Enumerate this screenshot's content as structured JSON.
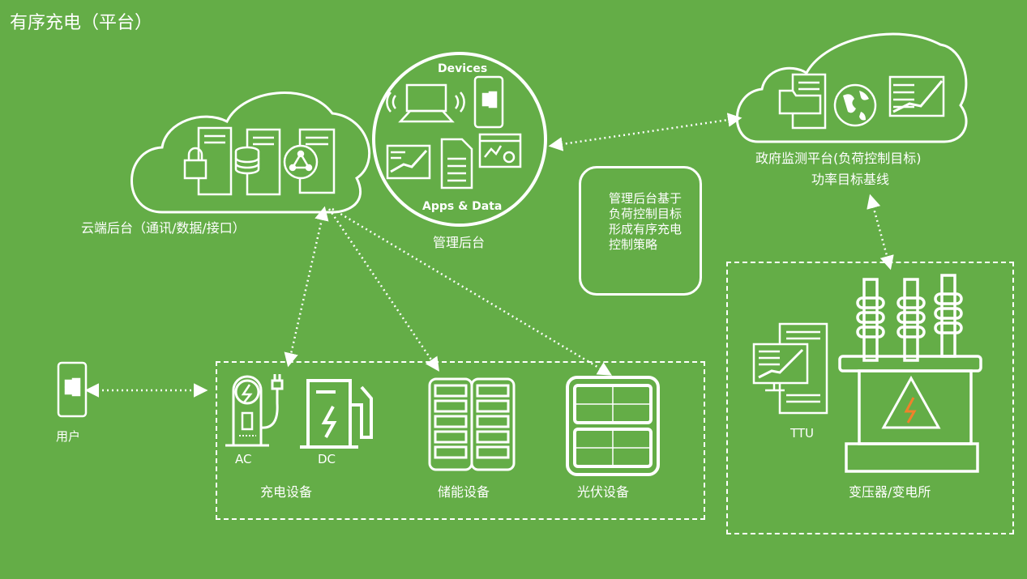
{
  "page": {
    "title": "有序充电（平台）",
    "background": "#64ad47",
    "stroke": "#ffffff",
    "accent": "#f0812b"
  },
  "nodes": {
    "cloud_backend": {
      "label": "云端后台（通讯/数据/接口）"
    },
    "management": {
      "label": "管理后台",
      "circle_top": "Devices",
      "circle_bottom": "Apps & Data"
    },
    "government": {
      "label_line1": "政府监测平台(负荷控制目标)",
      "label_line2": "功率目标基线"
    },
    "strategy": {
      "text": "管理后台基于负荷控制目标形成有序充电控制策略"
    },
    "user": {
      "label": "用户"
    },
    "charging": {
      "label": "充电设备",
      "ac": "AC",
      "dc": "DC"
    },
    "storage": {
      "label": "储能设备"
    },
    "pv": {
      "label": "光伏设备"
    },
    "ttu": {
      "label": "TTU"
    },
    "substation": {
      "label": "变压器/变电所"
    }
  },
  "icons": {
    "cloud_backend": [
      "server-lock-icon",
      "server-database-icon",
      "server-globe-icon"
    ],
    "management": [
      "laptop-icon",
      "phone-icon",
      "chart-icon",
      "document-icon",
      "settings-window-icon"
    ],
    "government": [
      "server-icon",
      "folder-icon",
      "globe-icon",
      "chart-icon"
    ]
  }
}
